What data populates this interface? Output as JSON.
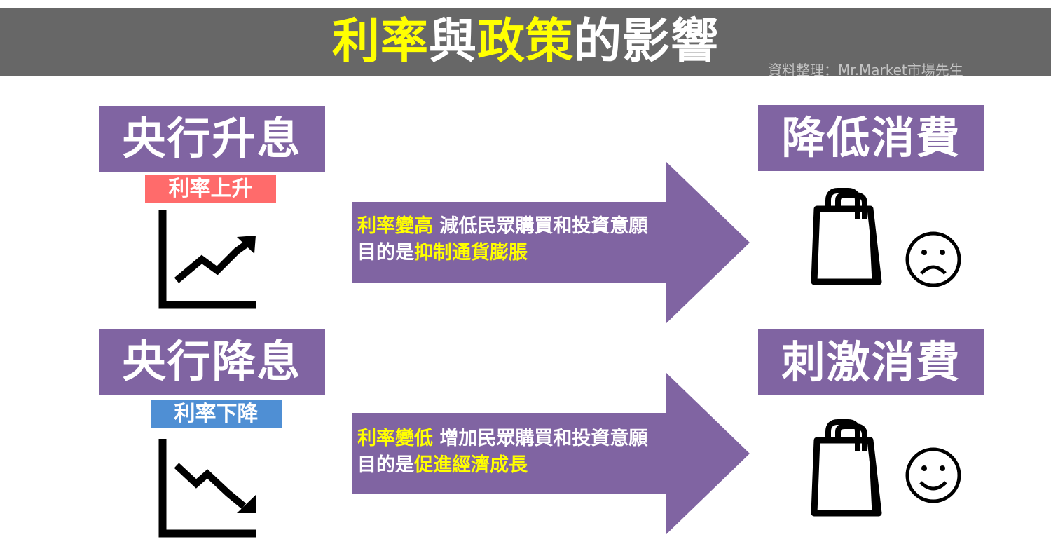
{
  "header": {
    "title_parts": [
      "利率",
      "與",
      "政策",
      "的影響"
    ],
    "source": "資料整理：Mr.Market市場先生"
  },
  "rows": [
    {
      "cause": "央行升息",
      "tag": "利率上升",
      "tag_color": "#ff6b6b",
      "trend": "up",
      "arrow_line1_highlight": "利率變高",
      "arrow_line1_rest": " 減低民眾購買和投資意願",
      "arrow_line2_prefix": "目的是",
      "arrow_line2_highlight": "抑制通貨膨脹",
      "effect": "降低消費",
      "face": "sad"
    },
    {
      "cause": "央行降息",
      "tag": "利率下降",
      "tag_color": "#4f8fd4",
      "trend": "down",
      "arrow_line1_highlight": "利率變低",
      "arrow_line1_rest": " 增加民眾購買和投資意願",
      "arrow_line2_prefix": "目的是",
      "arrow_line2_highlight": "促進經濟成長",
      "effect": "刺激消費",
      "face": "happy"
    }
  ],
  "colors": {
    "purple": "#8064a2",
    "header": "#676767",
    "highlight": "#ffff00"
  }
}
